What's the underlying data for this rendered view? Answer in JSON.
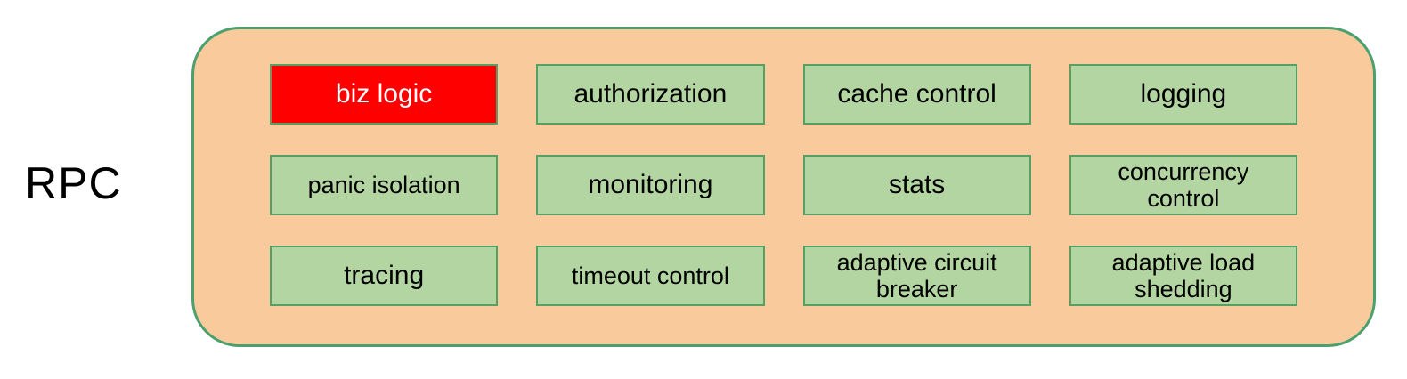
{
  "diagram": {
    "label": "RPC"
  },
  "colors": {
    "container_fill": "#F9CB9C",
    "container_border": "#4BA06E",
    "box_fill": "#B3D5A1",
    "box_border": "#55A065",
    "highlight_fill": "#FE0000",
    "highlight_text": "#FFFFFF",
    "text": "#000000"
  },
  "boxes": [
    {
      "label": "biz logic",
      "highlight": true
    },
    {
      "label": "authorization"
    },
    {
      "label": "cache control"
    },
    {
      "label": "logging"
    },
    {
      "label": "panic isolation",
      "small": true
    },
    {
      "label": "monitoring"
    },
    {
      "label": "stats"
    },
    {
      "label": "concurrency\ncontrol",
      "small": true
    },
    {
      "label": "tracing"
    },
    {
      "label": "timeout control",
      "small": true
    },
    {
      "label": "adaptive circuit\nbreaker",
      "small": true
    },
    {
      "label": "adaptive load\nshedding",
      "small": true
    }
  ]
}
